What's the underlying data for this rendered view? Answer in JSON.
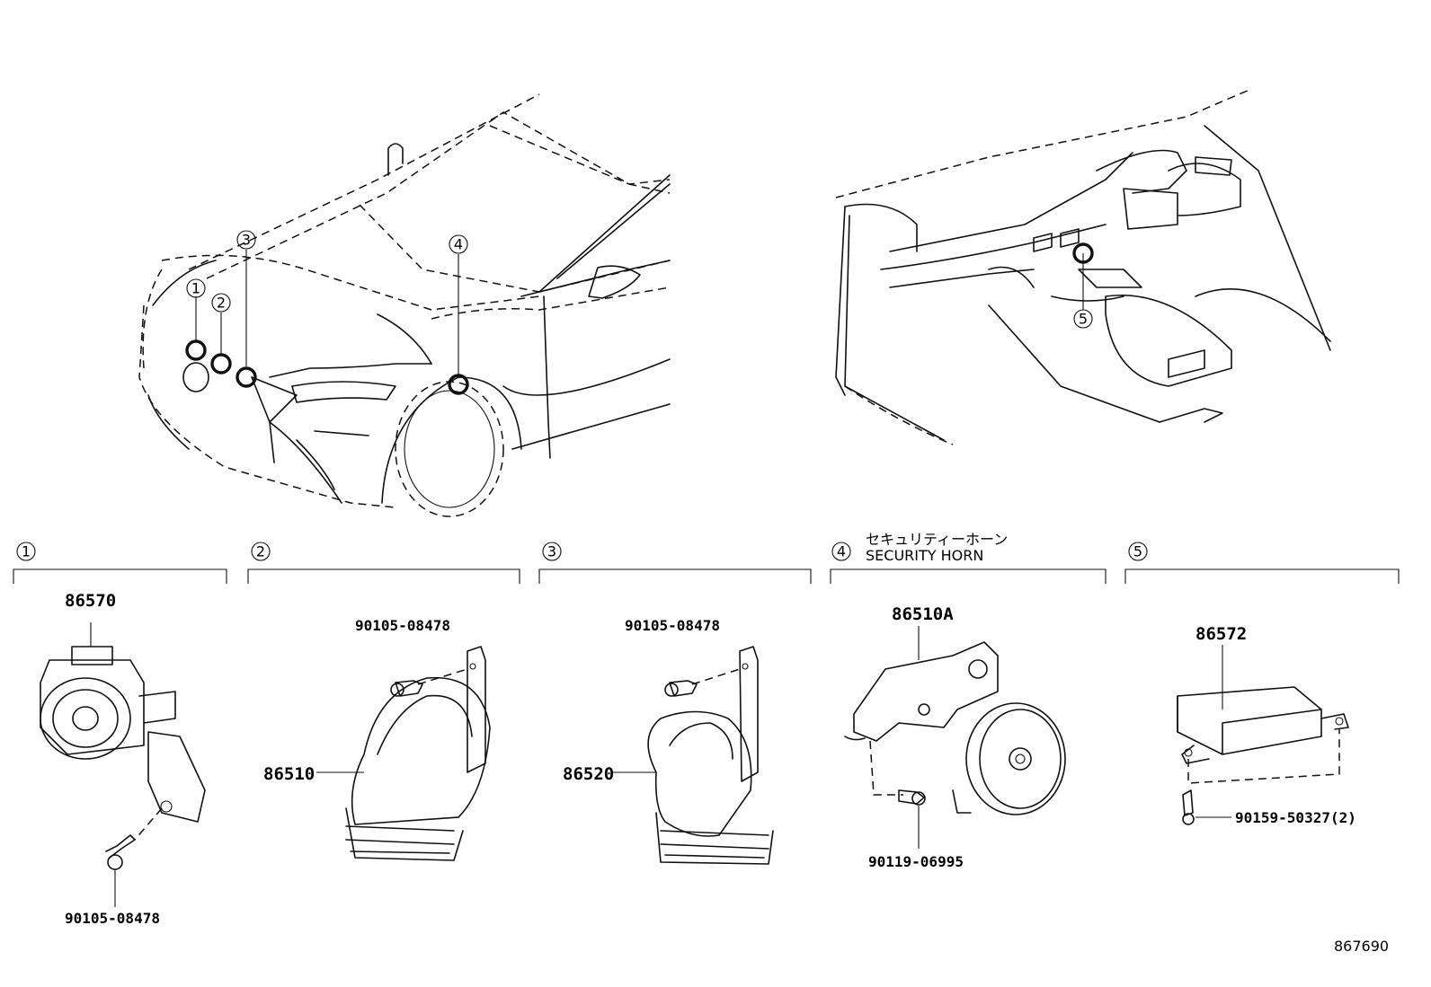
{
  "diagram": {
    "callouts": [
      "1",
      "2",
      "3",
      "4",
      "5"
    ],
    "panels": [
      {
        "number": "1",
        "parts": [
          "86570",
          "90105-08478"
        ]
      },
      {
        "number": "2",
        "parts": [
          "90105-08478",
          "86510"
        ]
      },
      {
        "number": "3",
        "parts": [
          "90105-08478",
          "86520"
        ]
      },
      {
        "number": "4",
        "title_jp": "セキュリティーホーン",
        "title_en": "SECURITY HORN",
        "parts": [
          "86510A",
          "90119-06995"
        ]
      },
      {
        "number": "5",
        "parts": [
          "86572",
          "90159-50327(2)"
        ]
      }
    ],
    "reference_number": "867690"
  }
}
